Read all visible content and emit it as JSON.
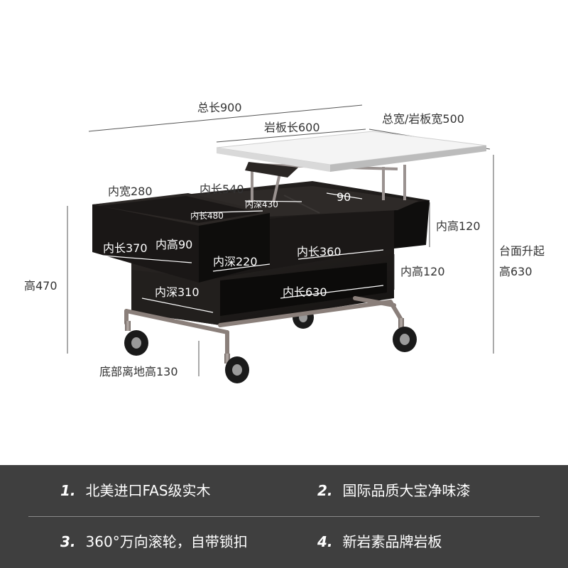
{
  "dimensions": {
    "total_length": "总长900",
    "slab_length": "岩板长600",
    "total_width": "总宽/岩板宽500",
    "inner_width_280": "内宽280",
    "inner_length_540": "内长540",
    "inner_depth_430": "内深430",
    "inner_length_480": "内长480",
    "gap_90": "90",
    "inner_height_120_top": "内高120",
    "inner_height_90": "内高90",
    "inner_length_370": "内长370",
    "inner_depth_220": "内深220",
    "inner_length_360": "内长360",
    "inner_height_120_low": "内高120",
    "lift_label": "台面升起",
    "lift_height": "高630",
    "height_470": "高470",
    "inner_depth_310": "内深310",
    "inner_length_630": "内长630",
    "ground_clearance": "底部离地高130"
  },
  "features": [
    {
      "num": "1.",
      "text": "北美进口FAS级实木"
    },
    {
      "num": "2.",
      "text": "国际品质大宝净味漆"
    },
    {
      "num": "3.",
      "text": "360°万向滚轮，自带锁扣"
    },
    {
      "num": "4.",
      "text": "新岩素品牌岩板"
    }
  ],
  "colors": {
    "feature_band": "#3f3f3f",
    "wood": "#1e1b19",
    "slab": "#f4f4f4",
    "metal": "#8a7f7a"
  }
}
